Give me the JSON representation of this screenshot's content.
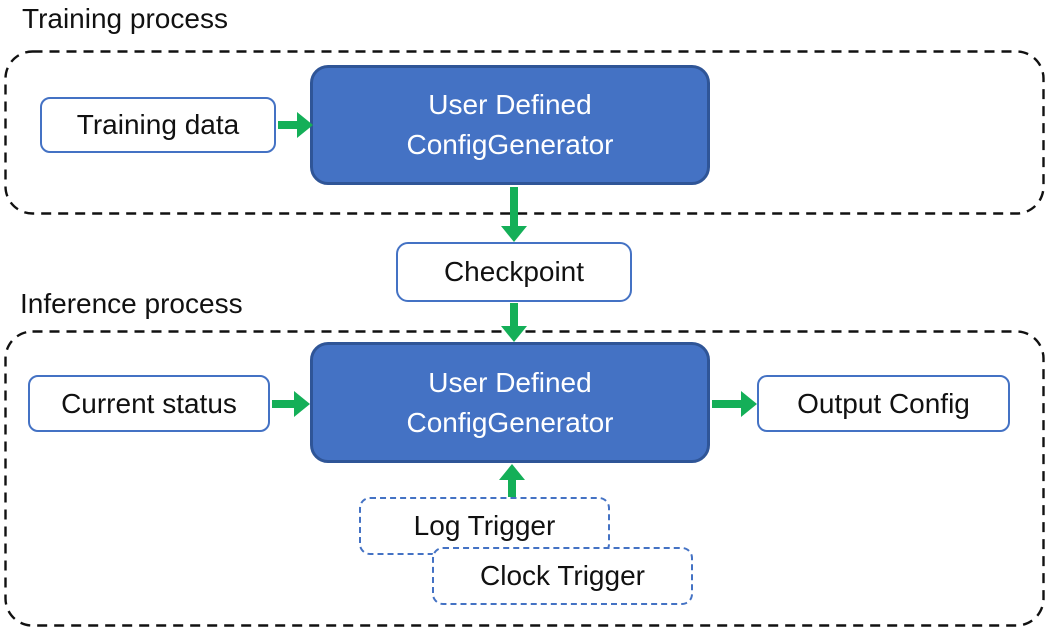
{
  "sections": {
    "training": {
      "label": "Training process"
    },
    "inference": {
      "label": "Inference process"
    }
  },
  "nodes": {
    "training_data": "Training data",
    "training_generator": {
      "line1": "User Defined",
      "line2": "ConfigGenerator"
    },
    "checkpoint": "Checkpoint",
    "current_status": "Current status",
    "inference_generator": {
      "line1": "User Defined",
      "line2": "ConfigGenerator"
    },
    "output_config": "Output Config",
    "log_trigger": "Log Trigger",
    "clock_trigger": "Clock Trigger"
  },
  "edges": [
    {
      "from": "training_data",
      "to": "training_generator",
      "direction": "right"
    },
    {
      "from": "training_generator",
      "to": "checkpoint",
      "direction": "down"
    },
    {
      "from": "checkpoint",
      "to": "inference_generator",
      "direction": "down"
    },
    {
      "from": "current_status",
      "to": "inference_generator",
      "direction": "right"
    },
    {
      "from": "inference_generator",
      "to": "output_config",
      "direction": "right"
    },
    {
      "from": "triggers",
      "to": "inference_generator",
      "direction": "up"
    }
  ],
  "colors": {
    "generator_fill": "#4472C4",
    "generator_border": "#2F5597",
    "box_border": "#4472C4",
    "trigger_border": "#4472C4",
    "arrow_green": "#14AF58",
    "container_dash": "#111111",
    "text_dark": "#111111",
    "text_light": "#FFFFFF"
  }
}
